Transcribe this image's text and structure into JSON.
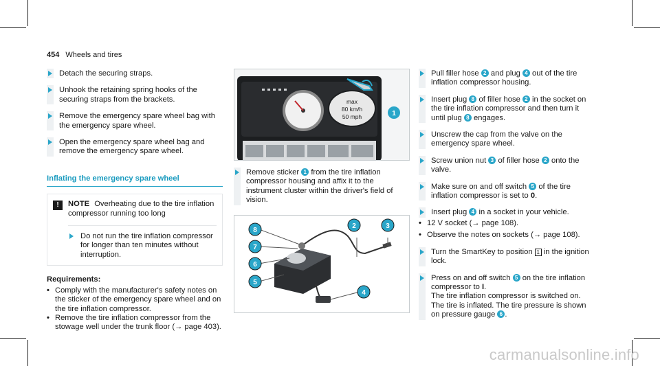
{
  "header": {
    "page_number": "454",
    "section": "Wheels and tires"
  },
  "col1": {
    "steps": [
      "Detach the securing straps.",
      "Unhook the retaining spring hooks of the securing straps from the brackets.",
      "Remove the emergency spare wheel bag with the emergency spare wheel.",
      "Open the emergency spare wheel bag and remove the emergency spare wheel."
    ],
    "subheading": "Inflating the emergency spare wheel",
    "note": {
      "icon": "!",
      "label": "NOTE",
      "text": "Overheating due to the tire inflation compressor running too long",
      "step": "Do not run the tire inflation compressor for longer than ten minutes without interruption."
    },
    "requirements_heading": "Requirements:",
    "requirements": [
      "Comply with the manufacturer's safety notes on the sticker of the emergency spare wheel and on the tire inflation compressor.",
      "Remove the tire inflation compressor from the stowage well under the trunk floor (→ page 403)."
    ]
  },
  "col2": {
    "figure1": {
      "sticker_line1": "max",
      "sticker_line2": "80 km/h",
      "sticker_line3": "50 mph",
      "callout": "1"
    },
    "step": {
      "a": "Remove sticker",
      "n": "1",
      "b": "from the tire inflation compressor housing and affix it to the instrument cluster within the driver's field of vision."
    },
    "figure2": {
      "callouts": [
        "8",
        "7",
        "6",
        "5",
        "2",
        "3",
        "4"
      ]
    }
  },
  "col3": {
    "steps": [
      {
        "a": "Pull filler hose",
        "n1": "2",
        "b": "and plug",
        "n2": "4",
        "c": "out of the tire inflation compressor housing."
      },
      {
        "a": "Insert plug",
        "n1": "8",
        "b": "of filler hose",
        "n2": "2",
        "c": "in the socket on the tire inflation compressor and then turn it until plug",
        "n3": "8",
        "d": "engages."
      },
      {
        "a": "Unscrew the cap from the valve on the emergency spare wheel."
      },
      {
        "a": "Screw union nut",
        "n1": "3",
        "b": "of filler hose",
        "n2": "2",
        "c": "onto the valve."
      },
      {
        "a": "Make sure on and off switch",
        "n1": "5",
        "b": "of the tire inflation compressor is set to",
        "c": "0",
        "d": "."
      },
      {
        "a": "Insert plug",
        "n1": "4",
        "b": "in a socket in your vehicle."
      }
    ],
    "bullets": [
      "12 V socket (→ page 108).",
      "Observe the notes on sockets (→ page 108)."
    ],
    "step_ignition": {
      "a": "Turn the SmartKey to position",
      "key": "1",
      "b": "in the ignition lock."
    },
    "step_press": {
      "a": "Press on and off switch",
      "n1": "5",
      "b": "on the tire inflation compressor to",
      "c": "I",
      "d": ".",
      "line2": "The tire inflation compressor is switched on.",
      "line3": "The tire is inflated. The tire pressure is shown on pressure gauge",
      "n2": "6",
      "e": "."
    }
  },
  "watermark": "carmanualsonline.info",
  "colors": {
    "accent": "#2aa6c9",
    "bar": "#eef1f3"
  }
}
